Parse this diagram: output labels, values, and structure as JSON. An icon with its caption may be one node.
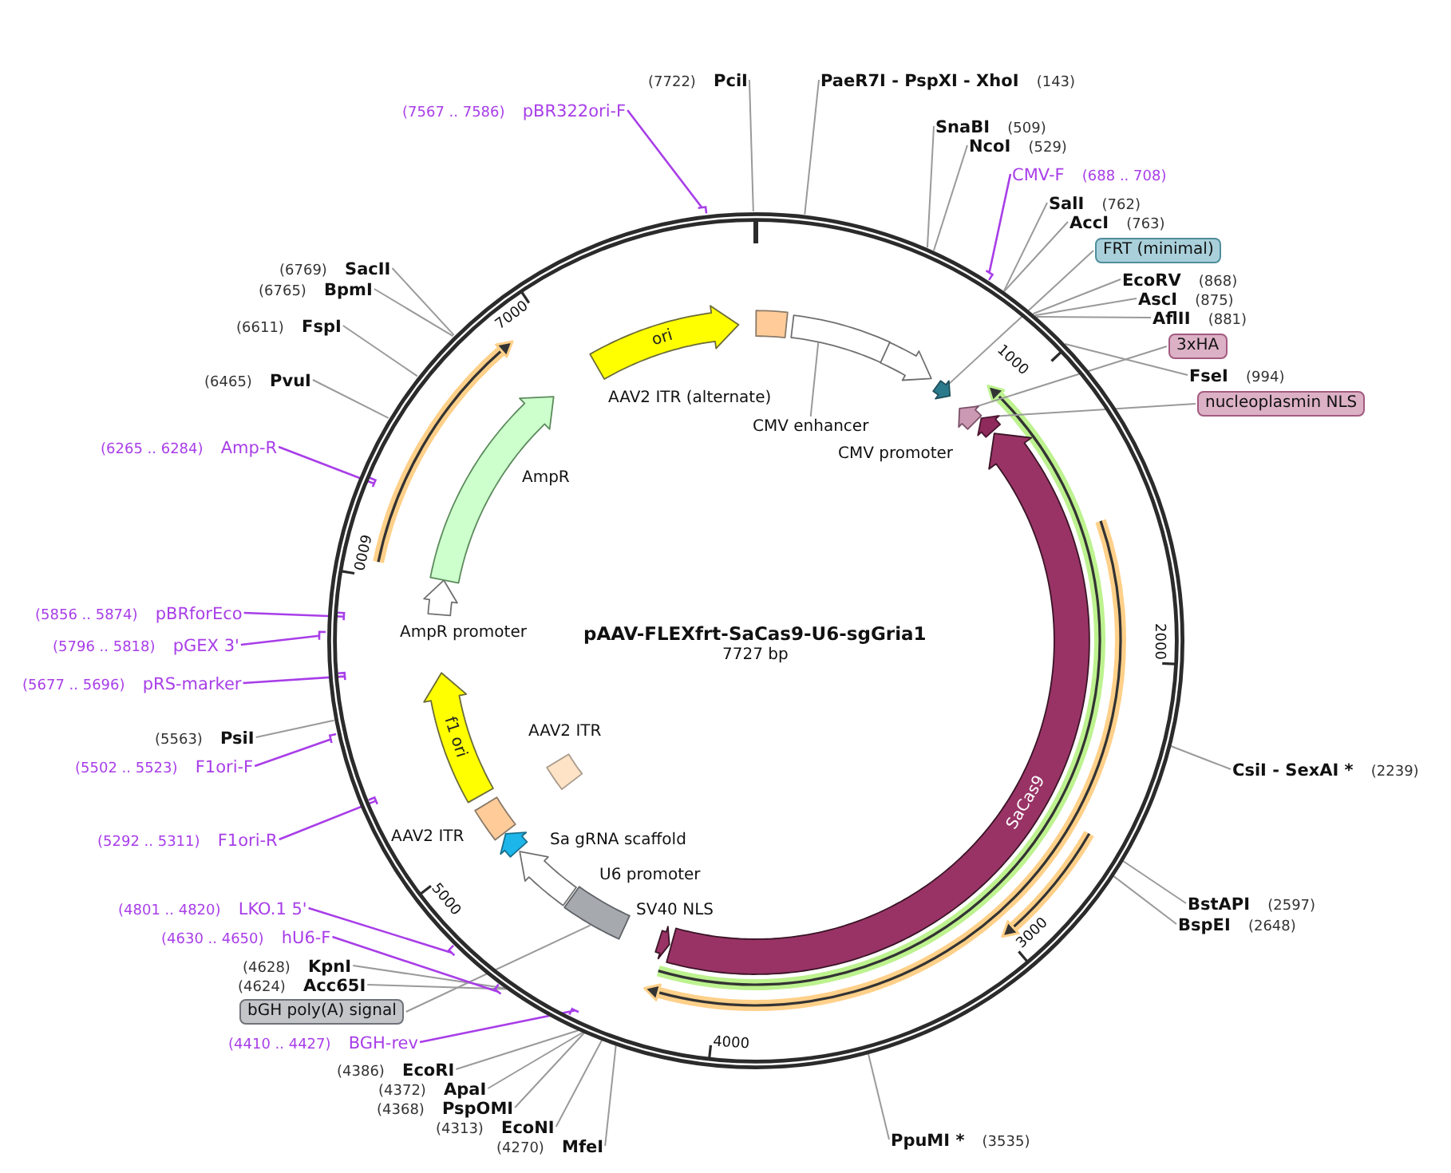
{
  "diagram": {
    "title": "pAAV-FLEXfrt-SaCas9-U6-sgGria1",
    "nodes": [
      {
        "text": [
          "(7722)",
          "PciI"
        ]
      },
      {
        "text": [
          "PaeR7I - PspXI - XhoI",
          "(143)"
        ]
      },
      {
        "text": [
          "SnaBI",
          "(509)"
        ]
      },
      {
        "text": [
          "NcoI",
          "(529)"
        ]
      },
      {
        "text": [
          "CMV-F",
          "(688 .. 708)"
        ]
      },
      {
        "text": [
          "SalI",
          "(762)"
        ]
      },
      {
        "text": [
          "AccI",
          "(763)"
        ]
      },
      {
        "text": [
          "FRT (minimal)"
        ]
      },
      {
        "text": [
          "EcoRV",
          "(868)"
        ]
      },
      {
        "text": [
          "AscI",
          "(875)"
        ]
      },
      {
        "text": [
          "AflII",
          "(881)"
        ]
      },
      {
        "text": [
          "3xHA"
        ]
      },
      {
        "text": [
          "FseI",
          "(994)"
        ]
      },
      {
        "text": [
          "nucleoplasmin NLS"
        ]
      },
      {
        "text": [
          "CsiI - SexAI *",
          "(2239)"
        ]
      },
      {
        "text": [
          "BstAPI",
          "(2597)"
        ]
      },
      {
        "text": [
          "BspEI",
          "(2648)"
        ]
      },
      {
        "text": [
          "PpuMI *",
          "(3535)"
        ]
      },
      {
        "text": [
          "(4270)",
          "MfeI"
        ]
      },
      {
        "text": [
          "(4313)",
          "EcoNI"
        ]
      },
      {
        "text": [
          "(4368)",
          "PspOMI"
        ]
      },
      {
        "text": [
          "(4372)",
          "ApaI"
        ]
      },
      {
        "text": [
          "(4386)",
          "EcoRI"
        ]
      },
      {
        "text": [
          "(4410 .. 4427)",
          "BGH-rev"
        ]
      },
      {
        "text": [
          "bGH poly(A) signal"
        ]
      },
      {
        "text": [
          "(4624)",
          "Acc65I"
        ]
      },
      {
        "text": [
          "(4628)",
          "KpnI"
        ]
      },
      {
        "text": [
          "(4630 .. 4650)",
          "hU6-F"
        ]
      },
      {
        "text": [
          "(4801 .. 4820)",
          "LKO.1 5'"
        ]
      },
      {
        "text": [
          "(5292 .. 5311)",
          "F1ori-R"
        ]
      },
      {
        "text": [
          "(5502 .. 5523)",
          "F1ori-F"
        ]
      },
      {
        "text": [
          "(5563)",
          "PsiI"
        ]
      },
      {
        "text": [
          "(5677 .. 5696)",
          "pRS-marker"
        ]
      },
      {
        "text": [
          "(5796 .. 5818)",
          "pGEX 3'"
        ]
      },
      {
        "text": [
          "(5856 .. 5874)",
          "pBRforEco"
        ]
      },
      {
        "text": [
          "(6265 .. 6284)",
          "Amp-R"
        ]
      },
      {
        "text": [
          "(6465)",
          "PvuI"
        ]
      },
      {
        "text": [
          "(6611)",
          "FspI"
        ]
      },
      {
        "text": [
          "(6765)",
          "BpmI"
        ]
      },
      {
        "text": [
          "(6769)",
          "SacII"
        ]
      },
      {
        "text": [
          "(7567 .. 7586)",
          "pBR322ori-F"
        ]
      },
      {
        "text": [],
        "shape": "circle"
      },
      {
        "text": [
          "ori"
        ],
        "in": 41
      },
      {
        "text": [],
        "shape": "box",
        "in": 41
      },
      {
        "text": [
          "CMV enhancer"
        ],
        "in": 41
      },
      {
        "text": [],
        "shape": "bar",
        "in": 41
      },
      {
        "text": [],
        "shape": "arrow",
        "in": 41
      },
      {
        "text": [],
        "shape": "arrow",
        "in": 41
      },
      {
        "text": [],
        "shape": "arrow",
        "in": 41
      },
      {
        "text": [],
        "shape": "arrow",
        "in": 41
      },
      {
        "text": [
          "SaCas9"
        ],
        "in": 41
      },
      {
        "text": [],
        "shape": "arrow",
        "in": 41
      },
      {
        "text": [],
        "shape": "box",
        "in": 41
      },
      {
        "text": [],
        "shape": "arrow",
        "in": 41
      },
      {
        "text": [],
        "shape": "arrow",
        "in": 41
      },
      {
        "text": [],
        "shape": "box",
        "in": 41,
        "beside": [
          "AAV2 ITR"
        ]
      },
      {
        "text": [],
        "shape": "box",
        "in": 41,
        "beside": [
          "AAV2 ITR"
        ]
      },
      {
        "text": [
          "f1 ori"
        ],
        "in": 41
      },
      {
        "text": [],
        "shape": "arrow",
        "in": 41,
        "beside": [
          "AmpR promoter"
        ]
      },
      {
        "text": [],
        "shape": "arrow",
        "in": 41,
        "beside": [
          "AmpR"
        ]
      }
    ],
    "edges": [
      {
        "from": 0,
        "to": 41,
        "arrow": "none"
      },
      {
        "from": 1,
        "to": 41,
        "arrow": "none"
      },
      {
        "from": 2,
        "to": 41,
        "arrow": "none"
      },
      {
        "from": 3,
        "to": 41,
        "arrow": "none"
      },
      {
        "from": 4,
        "to": 41,
        "arrow": "none",
        "color": "#a83ee8"
      },
      {
        "from": 5,
        "to": 41,
        "arrow": "none"
      },
      {
        "from": 6,
        "to": 41,
        "arrow": "none"
      },
      {
        "from": 7,
        "to": 47,
        "arrow": "none"
      },
      {
        "from": 8,
        "to": 41,
        "arrow": "none"
      },
      {
        "from": 9,
        "to": 41,
        "arrow": "none"
      },
      {
        "from": 10,
        "to": 41,
        "arrow": "none"
      },
      {
        "from": 11,
        "to": 48,
        "arrow": "none"
      },
      {
        "from": 12,
        "to": 41,
        "arrow": "none"
      },
      {
        "from": 13,
        "to": 49,
        "arrow": "none"
      },
      {
        "from": 14,
        "to": 41,
        "arrow": "none"
      },
      {
        "from": 15,
        "to": 41,
        "arrow": "none"
      },
      {
        "from": 16,
        "to": 41,
        "arrow": "none"
      },
      {
        "from": 17,
        "to": 41,
        "arrow": "none"
      },
      {
        "from": 18,
        "to": 41,
        "arrow": "none"
      },
      {
        "from": 19,
        "to": 41,
        "arrow": "none"
      },
      {
        "from": 20,
        "to": 41,
        "arrow": "none"
      },
      {
        "from": 21,
        "to": 41,
        "arrow": "none"
      },
      {
        "from": 22,
        "to": 41,
        "arrow": "none"
      },
      {
        "from": 23,
        "to": 41,
        "arrow": "none",
        "color": "#a83ee8"
      },
      {
        "from": 24,
        "to": 52,
        "arrow": "none"
      },
      {
        "from": 25,
        "to": 41,
        "arrow": "none"
      },
      {
        "from": 26,
        "to": 41,
        "arrow": "none"
      },
      {
        "from": 27,
        "to": 41,
        "arrow": "none",
        "color": "#a83ee8"
      },
      {
        "from": 28,
        "to": 41,
        "arrow": "none",
        "color": "#a83ee8"
      },
      {
        "from": 29,
        "to": 41,
        "arrow": "none",
        "color": "#a83ee8"
      },
      {
        "from": 30,
        "to": 41,
        "arrow": "none",
        "color": "#a83ee8"
      },
      {
        "from": 31,
        "to": 41,
        "arrow": "none"
      },
      {
        "from": 32,
        "to": 41,
        "arrow": "none",
        "color": "#a83ee8"
      },
      {
        "from": 33,
        "to": 41,
        "arrow": "none",
        "color": "#a83ee8"
      },
      {
        "from": 34,
        "to": 41,
        "arrow": "none",
        "color": "#a83ee8"
      },
      {
        "from": 35,
        "to": 41,
        "arrow": "none",
        "color": "#a83ee8"
      },
      {
        "from": 36,
        "to": 41,
        "arrow": "none"
      },
      {
        "from": 37,
        "to": 41,
        "arrow": "none"
      },
      {
        "from": 38,
        "to": 41,
        "arrow": "none"
      },
      {
        "from": 39,
        "to": 41,
        "arrow": "none"
      },
      {
        "from": 40,
        "to": 41,
        "arrow": "none",
        "color": "#a83ee8"
      },
      {
        "from": 44,
        "to": 45,
        "arrow": "none"
      }
    ],
    "labels": [
      "7727 bp",
      "1000",
      "2000",
      "3000",
      "4000",
      "5000",
      "6000",
      "7000",
      "AAV2 ITR (alternate)",
      "CMV promoter",
      "Sa gRNA scaffold",
      "U6 promoter",
      "SV40 NLS"
    ]
  }
}
